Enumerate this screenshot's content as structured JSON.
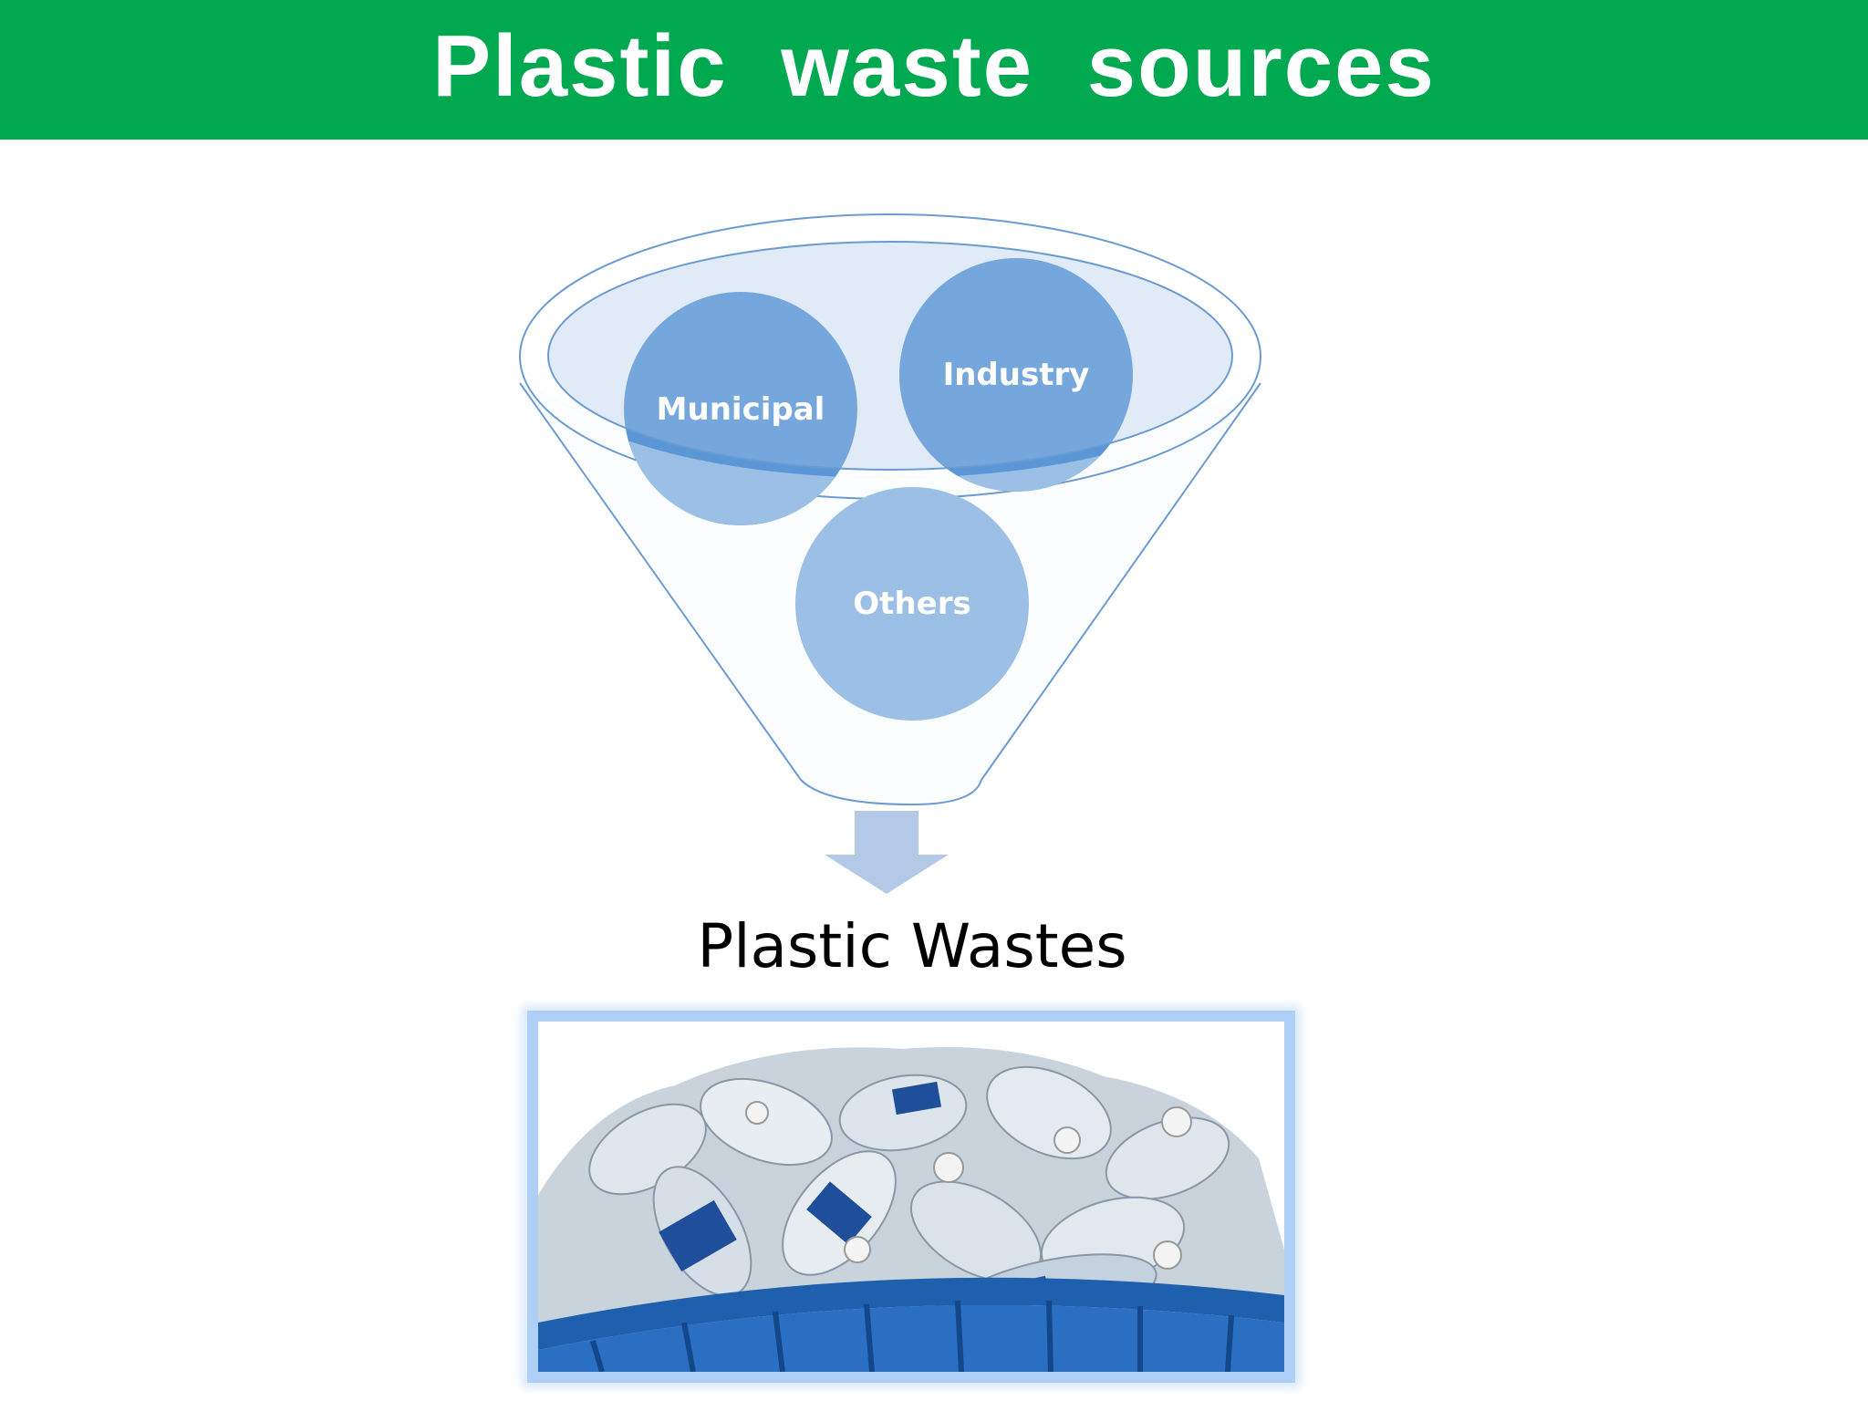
{
  "header": {
    "title": "Plastic  waste  sources"
  },
  "funnel": {
    "sources": [
      {
        "label": "Municipal"
      },
      {
        "label": "Industry"
      },
      {
        "label": "Others"
      }
    ],
    "colors": {
      "circle_dark": "#4f8fd3",
      "circle_light": "#9bbfe5",
      "outline": "#6a9bd1",
      "arrow": "#b4c9e7"
    }
  },
  "result": {
    "label": "Plastic Wastes"
  },
  "theme": {
    "header_bg": "#00a84f",
    "header_text": "#ffffff"
  }
}
